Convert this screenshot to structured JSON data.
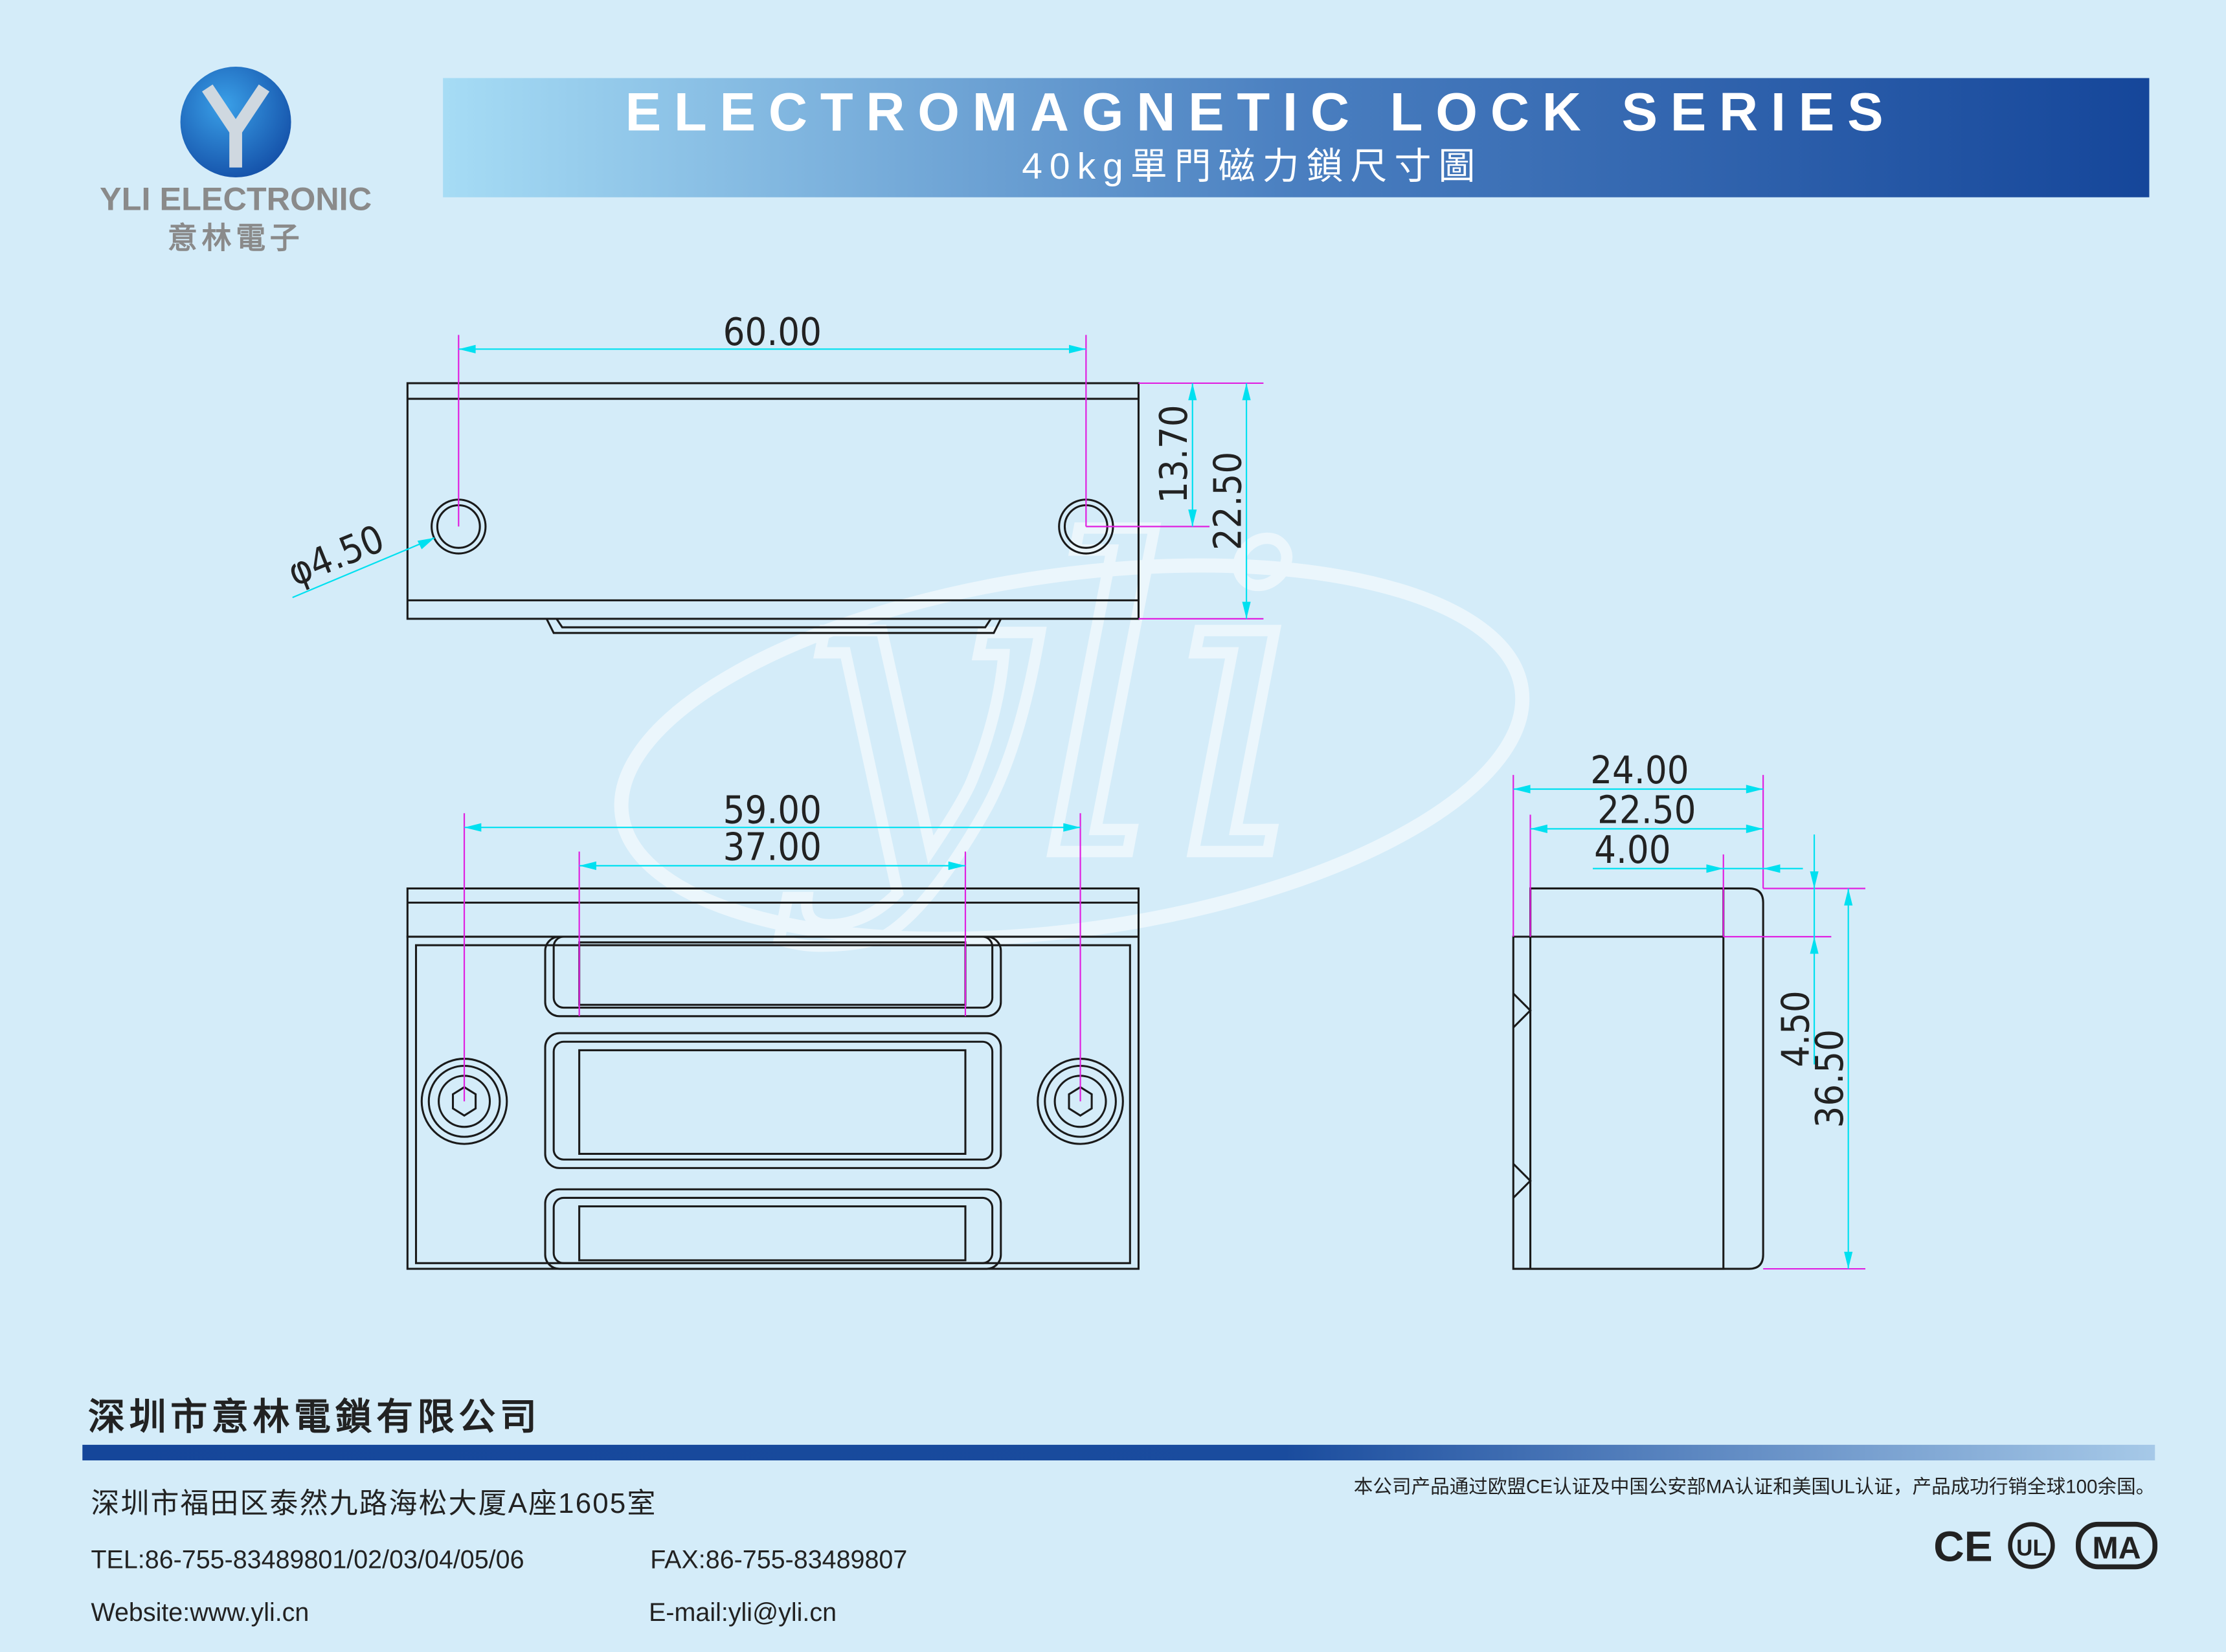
{
  "logo": {
    "name": "YLI ELECTRONIC",
    "name_cn": "意林電子"
  },
  "header": {
    "title": "ELECTROMAGNETIC LOCK SERIES",
    "subtitle": "40kg單門磁力鎖尺寸圖"
  },
  "watermark": "yli",
  "dimensions": {
    "top_width": "60.00",
    "hole_offset": "13.70",
    "top_depth": "22.50",
    "hole_diameter": "φ4.50",
    "front_hole_span": "59.00",
    "front_slot_span": "37.00",
    "side_width": "24.00",
    "side_body_width": "22.50",
    "side_lip": "4.00",
    "side_plate_thickness": "4.50",
    "side_height": "36.50"
  },
  "footer": {
    "company": "深圳市意林電鎖有限公司",
    "address": "深圳市福田区泰然九路海松大厦A座1605室",
    "tel": "TEL:86-755-83489801/02/03/04/05/06",
    "fax": "FAX:86-755-83489807",
    "website": "Website:www.yli.cn",
    "email": "E-mail:yli@yli.cn",
    "cert_note": "本公司产品通过欧盟CE认证及中国公安部MA认证和美国UL认证，产品成功行销全球100余国。",
    "certs": [
      "CE",
      "UL",
      "MA"
    ]
  },
  "colors": {
    "background": "#d4ecf9",
    "banner_dark": "#15469a",
    "banner_light": "#a6dcf5",
    "dimension": "#00e0f0",
    "extension": "#e020e0"
  }
}
